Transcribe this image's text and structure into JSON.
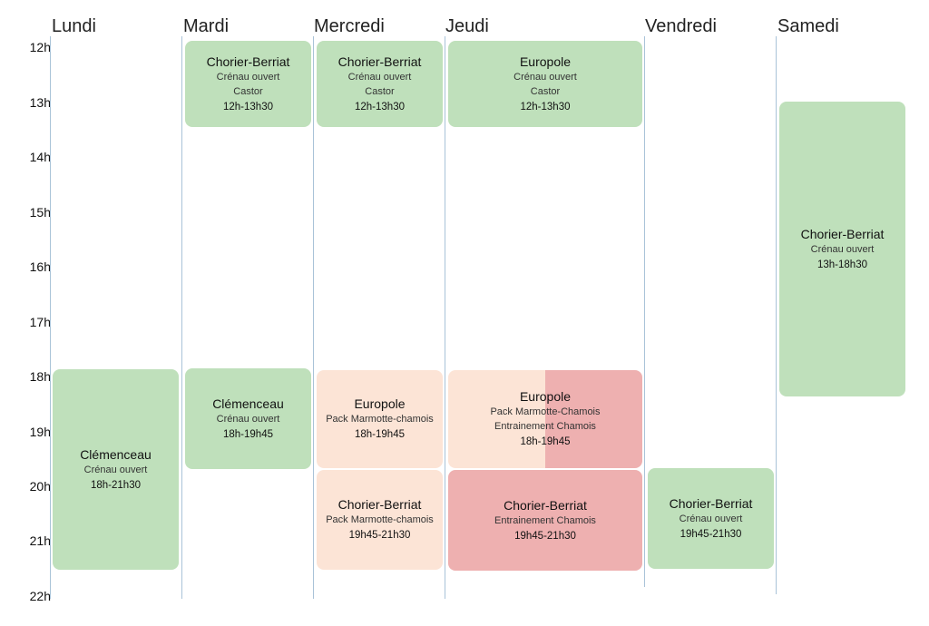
{
  "days": [
    "Lundi",
    "Mardi",
    "Mercredi",
    "Jeudi",
    "Vendredi",
    "Samedi"
  ],
  "hours": [
    "12h",
    "13h",
    "14h",
    "15h",
    "16h",
    "17h",
    "18h",
    "19h",
    "20h",
    "21h",
    "22h"
  ],
  "events": {
    "mardi_1": {
      "place": "Chorier-Berriat",
      "type": "Crénau ouvert",
      "group": "Castor",
      "time": "12h-13h30"
    },
    "mercredi_1": {
      "place": "Chorier-Berriat",
      "type": "Crénau ouvert",
      "group": "Castor",
      "time": "12h-13h30"
    },
    "jeudi_1": {
      "place": "Europole",
      "type": "Crénau ouvert",
      "group": "Castor",
      "time": "12h-13h30"
    },
    "samedi_1": {
      "place": "Chorier-Berriat",
      "type": "Crénau ouvert",
      "time": "13h-18h30"
    },
    "lundi_1": {
      "place": "Clémenceau",
      "type": "Crénau ouvert",
      "time": "18h-21h30"
    },
    "mardi_2": {
      "place": "Clémenceau",
      "type": "Crénau ouvert",
      "time": "18h-19h45"
    },
    "mercredi_2": {
      "place": "Europole",
      "type": "Pack Marmotte-chamois",
      "time": "18h-19h45"
    },
    "jeudi_2": {
      "place": "Europole",
      "type": "Pack Marmotte-Chamois",
      "type2": "Entrainement Chamois",
      "time": "18h-19h45"
    },
    "mercredi_3": {
      "place": "Chorier-Berriat",
      "type": "Pack Marmotte-chamois",
      "time": "19h45-21h30"
    },
    "jeudi_3": {
      "place": "Chorier-Berriat",
      "type": "Entrainement Chamois",
      "time": "19h45-21h30"
    },
    "vendredi_1": {
      "place": "Chorier-Berriat",
      "type": "Crénau ouvert",
      "time": "19h45-21h30"
    }
  },
  "colors": {
    "open_slot": "#bfe0bb",
    "pack_marmotte_chamois": "#fce4d6",
    "entrainement_chamois": "#eeb0b0",
    "column_line": "#a9c3d8"
  }
}
